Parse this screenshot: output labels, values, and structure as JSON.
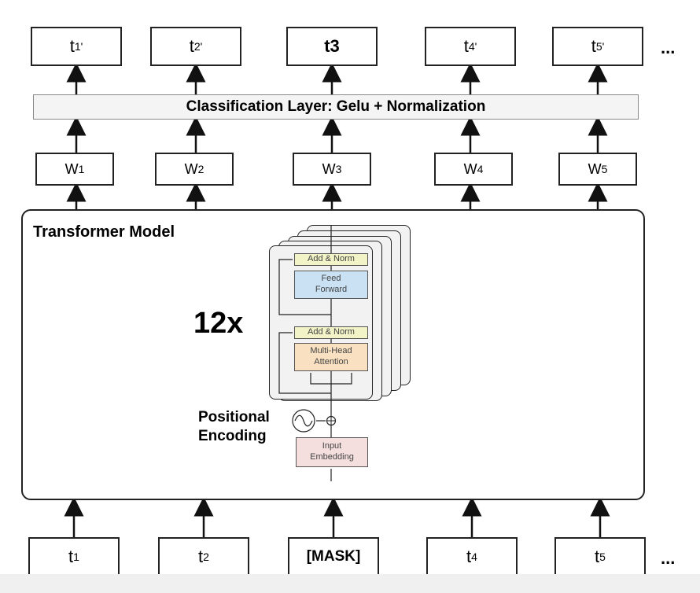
{
  "outputs": [
    {
      "base": "t",
      "sub": "1'"
    },
    {
      "base": "t",
      "sub": "2'"
    },
    {
      "base": "t3",
      "sub": ""
    },
    {
      "base": "t",
      "sub": "4'"
    },
    {
      "base": "t",
      "sub": "5'"
    }
  ],
  "classification_label": "Classification Layer: Gelu + Normalization",
  "weights": [
    {
      "base": "W",
      "sub": "1"
    },
    {
      "base": "W",
      "sub": "2"
    },
    {
      "base": "W",
      "sub": "3"
    },
    {
      "base": "W",
      "sub": "4"
    },
    {
      "base": "W",
      "sub": "5"
    }
  ],
  "transformer": {
    "title": "Transformer Model",
    "repeat": "12x",
    "add_norm_top": "Add & Norm",
    "feed_forward": "Feed Forward",
    "add_norm_bottom": "Add & Norm",
    "multi_head": "Multi-Head Attention",
    "positional_encoding": "Positional Encoding",
    "input_embedding": "Input Embedding"
  },
  "inputs": [
    {
      "base": "t",
      "sub": "1"
    },
    {
      "base": "t",
      "sub": "2"
    },
    {
      "base": "[MASK]",
      "sub": ""
    },
    {
      "base": "t",
      "sub": "4"
    },
    {
      "base": "t",
      "sub": "5"
    }
  ],
  "ellipsis": "...",
  "colors": {
    "add_norm": "#f3f3c8",
    "feed_forward": "#c9e1f3",
    "multi_head": "#f9e0c0",
    "input_embedding": "#f4dede",
    "cls_bg": "#f4f4f4"
  }
}
